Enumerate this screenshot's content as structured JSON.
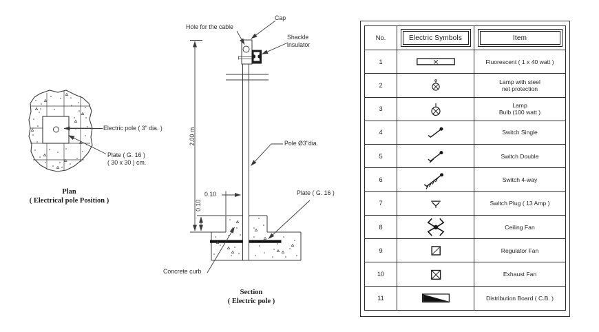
{
  "drawing": {
    "plan": {
      "labels": {
        "electric_pole": "Electric pole ( 3\" dia. )",
        "plate_line1": "Plate ( G. 16 )",
        "plate_line2": "( 30 x 30 ) cm."
      },
      "caption_line1": "Plan",
      "caption_line2": "( Electrical pole Position )"
    },
    "section": {
      "labels": {
        "hole": "Hole for the cable",
        "cap": "Cap",
        "shackle_line1": "Shackle",
        "shackle_line2": "insulator",
        "pole": "Pole  Ø3\"dia.",
        "plate": "Plate ( G. 16 )",
        "concrete_curb": "Concrete curb"
      },
      "dimensions": {
        "height": "2.00 m",
        "offset_h": "0.10",
        "offset_v": "0.10"
      },
      "caption_line1": "Section",
      "caption_line2": "( Electric pole )"
    }
  },
  "table": {
    "headers": {
      "no": "No.",
      "symbols": "Electric Symbols",
      "item": "Item"
    },
    "rows": [
      {
        "no": "1",
        "item": "Fluorescent ( 1 x 40 watt )"
      },
      {
        "no": "2",
        "item": "Lamp with steel",
        "item2": "net protection"
      },
      {
        "no": "3",
        "item": "Lamp",
        "item2": "Bulb (100 watt )"
      },
      {
        "no": "4",
        "item": "Switch Single"
      },
      {
        "no": "5",
        "item": "Switch Double"
      },
      {
        "no": "6",
        "item": "Switch  4-way"
      },
      {
        "no": "7",
        "item": "Switch Plug ( 13 Amp )"
      },
      {
        "no": "8",
        "item": "Ceiling Fan"
      },
      {
        "no": "9",
        "item": "Regulator Fan"
      },
      {
        "no": "10",
        "item": "Exhaust Fan"
      },
      {
        "no": "11",
        "item": "Distribution Board ( C.B. )"
      }
    ]
  },
  "colors": {
    "line": "#3a3a3a",
    "text": "#1e1e1e",
    "background": "#ffffff"
  }
}
